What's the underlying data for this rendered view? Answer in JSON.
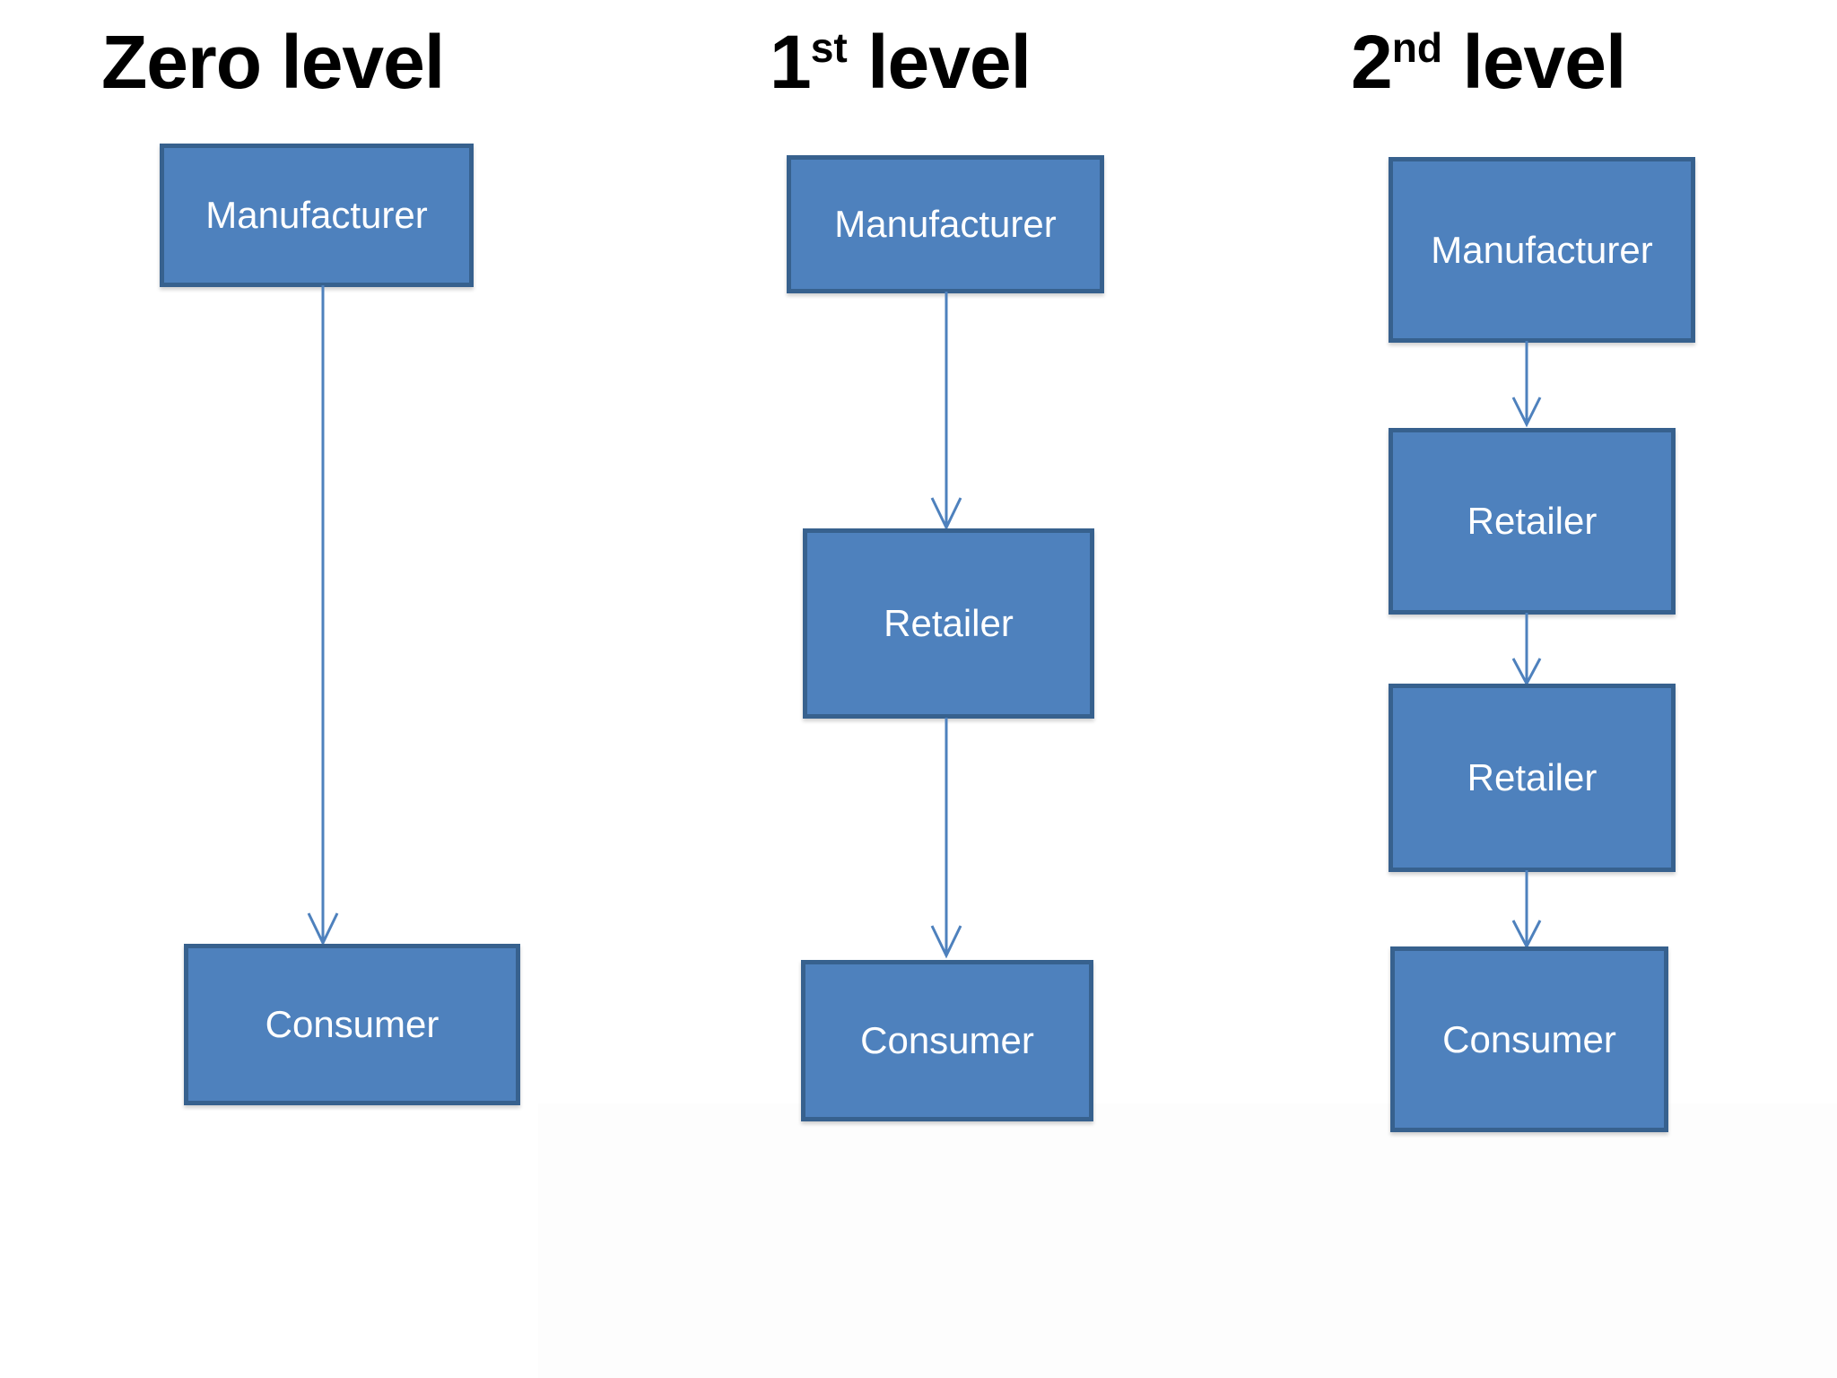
{
  "slide": {
    "background_color": "#ffffff",
    "box_fill_color": "#4E81BD",
    "box_border_color": "#37618E",
    "box_text_color": "#FFFFFF",
    "arrow_color": "#4E81BD",
    "heading_color": "#000000"
  },
  "columns": [
    {
      "id": "zero-level",
      "heading": {
        "number": "Zero",
        "suffix": "",
        "word": "level",
        "full": "Zero level"
      },
      "nodes": [
        {
          "id": "zero-manufacturer",
          "label": "Manufacturer"
        },
        {
          "id": "zero-consumer",
          "label": "Consumer"
        }
      ],
      "arrows": [
        {
          "id": "zero-arrow-1",
          "from": "zero-manufacturer",
          "to": "zero-consumer"
        }
      ]
    },
    {
      "id": "first-level",
      "heading": {
        "number": "1",
        "suffix": "st",
        "word": "level",
        "full": "1st level"
      },
      "nodes": [
        {
          "id": "first-manufacturer",
          "label": "Manufacturer"
        },
        {
          "id": "first-retailer",
          "label": "Retailer"
        },
        {
          "id": "first-consumer",
          "label": "Consumer"
        }
      ],
      "arrows": [
        {
          "id": "first-arrow-1",
          "from": "first-manufacturer",
          "to": "first-retailer"
        },
        {
          "id": "first-arrow-2",
          "from": "first-retailer",
          "to": "first-consumer"
        }
      ]
    },
    {
      "id": "second-level",
      "heading": {
        "number": "2",
        "suffix": "nd",
        "word": "level",
        "full": "2nd level"
      },
      "nodes": [
        {
          "id": "second-manufacturer",
          "label": "Manufacturer"
        },
        {
          "id": "second-retailer-1",
          "label": "Retailer"
        },
        {
          "id": "second-retailer-2",
          "label": "Retailer"
        },
        {
          "id": "second-consumer",
          "label": "Consumer"
        }
      ],
      "arrows": [
        {
          "id": "second-arrow-1",
          "from": "second-manufacturer",
          "to": "second-retailer-1"
        },
        {
          "id": "second-arrow-2",
          "from": "second-retailer-1",
          "to": "second-retailer-2"
        },
        {
          "id": "second-arrow-3",
          "from": "second-retailer-2",
          "to": "second-consumer"
        }
      ]
    }
  ]
}
